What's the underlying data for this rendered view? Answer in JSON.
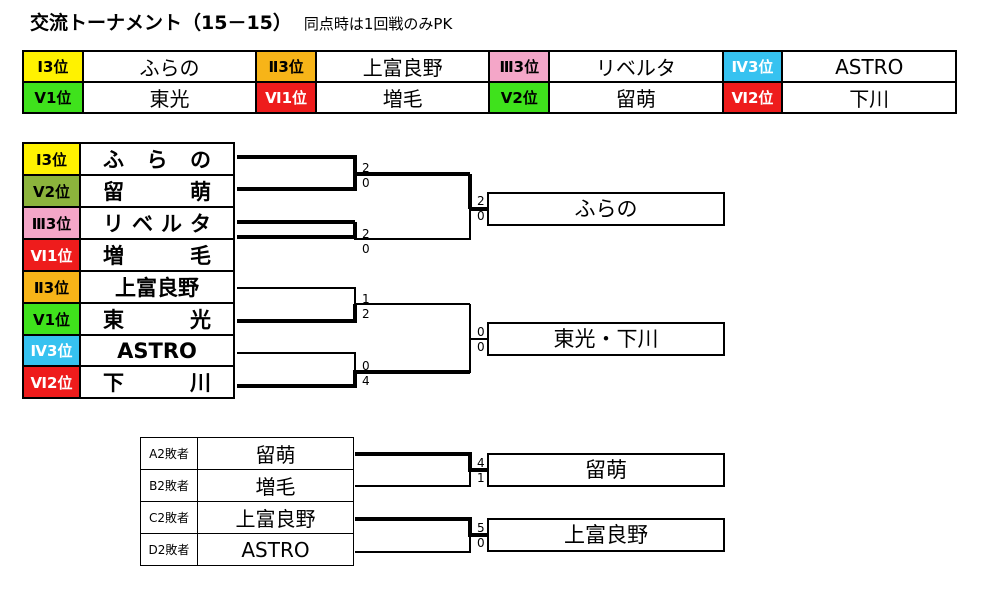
{
  "title": "交流トーナメント（15－15）",
  "note": "同点時は1回戦のみPK",
  "teams_table": [
    [
      {
        "rank": "Ⅰ3位",
        "name": "ふらの",
        "color": "y"
      },
      {
        "rank": "Ⅱ3位",
        "name": "上富良野",
        "color": "o"
      },
      {
        "rank": "Ⅲ3位",
        "name": "リベルタ",
        "color": "pk"
      },
      {
        "rank": "Ⅳ3位",
        "name": "ASTRO",
        "color": "bl"
      }
    ],
    [
      {
        "rank": "Ⅴ1位",
        "name": "東光",
        "color": "g"
      },
      {
        "rank": "Ⅵ1位",
        "name": "増毛",
        "color": "r"
      },
      {
        "rank": "Ⅴ2位",
        "name": "留萌",
        "color": "g"
      },
      {
        "rank": "Ⅵ2位",
        "name": "下川",
        "color": "r"
      }
    ]
  ],
  "bracket": [
    {
      "rank": "Ⅰ3位",
      "color": "y",
      "name": [
        "ふ",
        "ら",
        "の"
      ]
    },
    {
      "rank": "Ⅴ2位",
      "color": "ol",
      "name": [
        "留",
        "萌"
      ]
    },
    {
      "rank": "Ⅲ3位",
      "color": "pk",
      "name": [
        "リ",
        "ベ",
        "ル",
        "タ"
      ]
    },
    {
      "rank": "Ⅵ1位",
      "color": "r",
      "name": [
        "増",
        "毛"
      ]
    },
    {
      "rank": "Ⅱ3位",
      "color": "o",
      "name": [
        "上富良野"
      ]
    },
    {
      "rank": "Ⅴ1位",
      "color": "g",
      "name": [
        "東",
        "光"
      ]
    },
    {
      "rank": "Ⅳ3位",
      "color": "bl",
      "name": [
        "ASTRO"
      ]
    },
    {
      "rank": "Ⅵ2位",
      "color": "r",
      "name": [
        "下",
        "川"
      ]
    }
  ],
  "r1_scores": [
    [
      "2",
      "0"
    ],
    [
      "2",
      "0"
    ],
    [
      "1",
      "2"
    ],
    [
      "0",
      "4"
    ]
  ],
  "r2_scores": [
    [
      "2",
      "0"
    ],
    [
      "0",
      "0"
    ]
  ],
  "results": [
    "ふらの",
    "東光・下川"
  ],
  "losers": [
    {
      "label": "A2敗者",
      "name": "留萌"
    },
    {
      "label": "B2敗者",
      "name": "増毛"
    },
    {
      "label": "C2敗者",
      "name": "上富良野"
    },
    {
      "label": "D2敗者",
      "name": "ASTRO"
    }
  ],
  "loser_scores": [
    [
      "4",
      "1"
    ],
    [
      "5",
      "0"
    ]
  ],
  "loser_results": [
    "留萌",
    "上富良野"
  ]
}
